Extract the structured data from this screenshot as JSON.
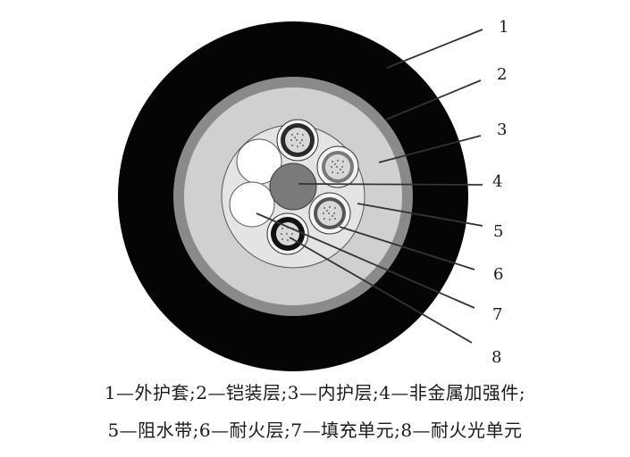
{
  "callouts": [
    "1",
    "2",
    "3",
    "4",
    "5",
    "6",
    "7",
    "8"
  ],
  "caption": {
    "line1": "1—外护套;2—铠装层;3—内护层;4—非金属加强件;",
    "line2": "5—阻水带;6—耐火层;7—填充单元;8—耐火光单元"
  },
  "colors": {
    "outer_sheath": "#050505",
    "armor": "#8a8a8a",
    "inner_sheath": "#cfcfcf",
    "strength_member": "#7a7a7a",
    "leader": "#333333"
  }
}
